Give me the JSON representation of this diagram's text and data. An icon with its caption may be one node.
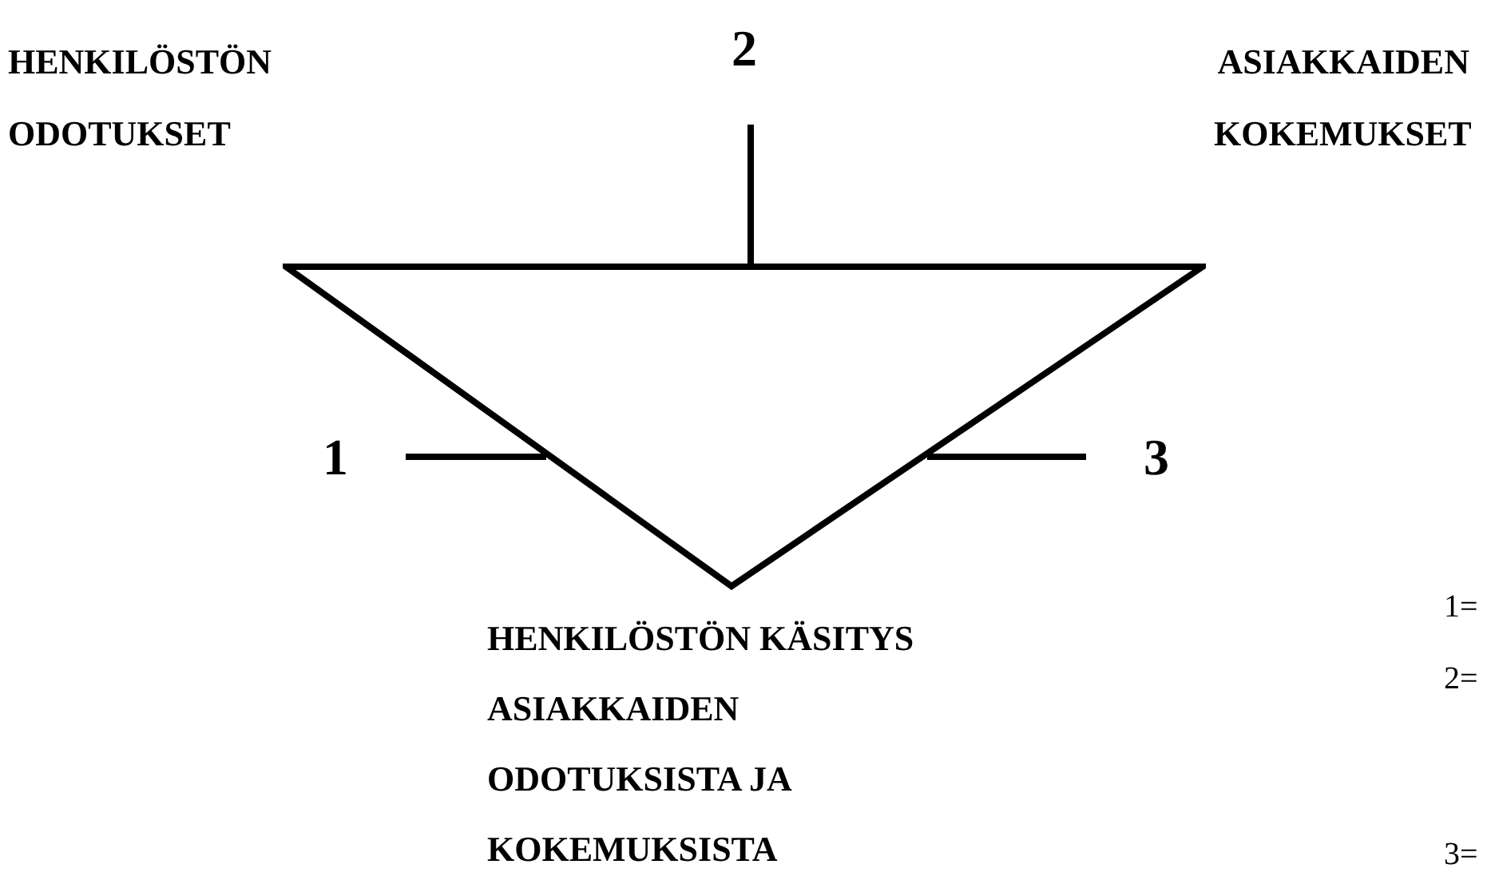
{
  "diagram": {
    "nodes": [
      {
        "text": [
          "2"
        ]
      },
      {
        "text": [],
        "shape": "triangle"
      },
      {
        "text": [
          "1"
        ]
      },
      {
        "text": [
          "3"
        ]
      }
    ],
    "edges": [
      {
        "from": 0,
        "to": 1,
        "arrow": "none"
      },
      {
        "from": 2,
        "to": 1,
        "arrow": "none"
      },
      {
        "from": 3,
        "to": 1,
        "arrow": "none"
      }
    ],
    "labels": [
      "HENKILÖSTÖN ODOTUKSET",
      "ASIAKKAIDEN KOKEMUKSET",
      "HENKILÖSTÖN KÄSITYS ASIAKKAIDEN ODOTUKSISTA JA KOKEMUKSISTA",
      "1=",
      "2=",
      "3="
    ]
  }
}
